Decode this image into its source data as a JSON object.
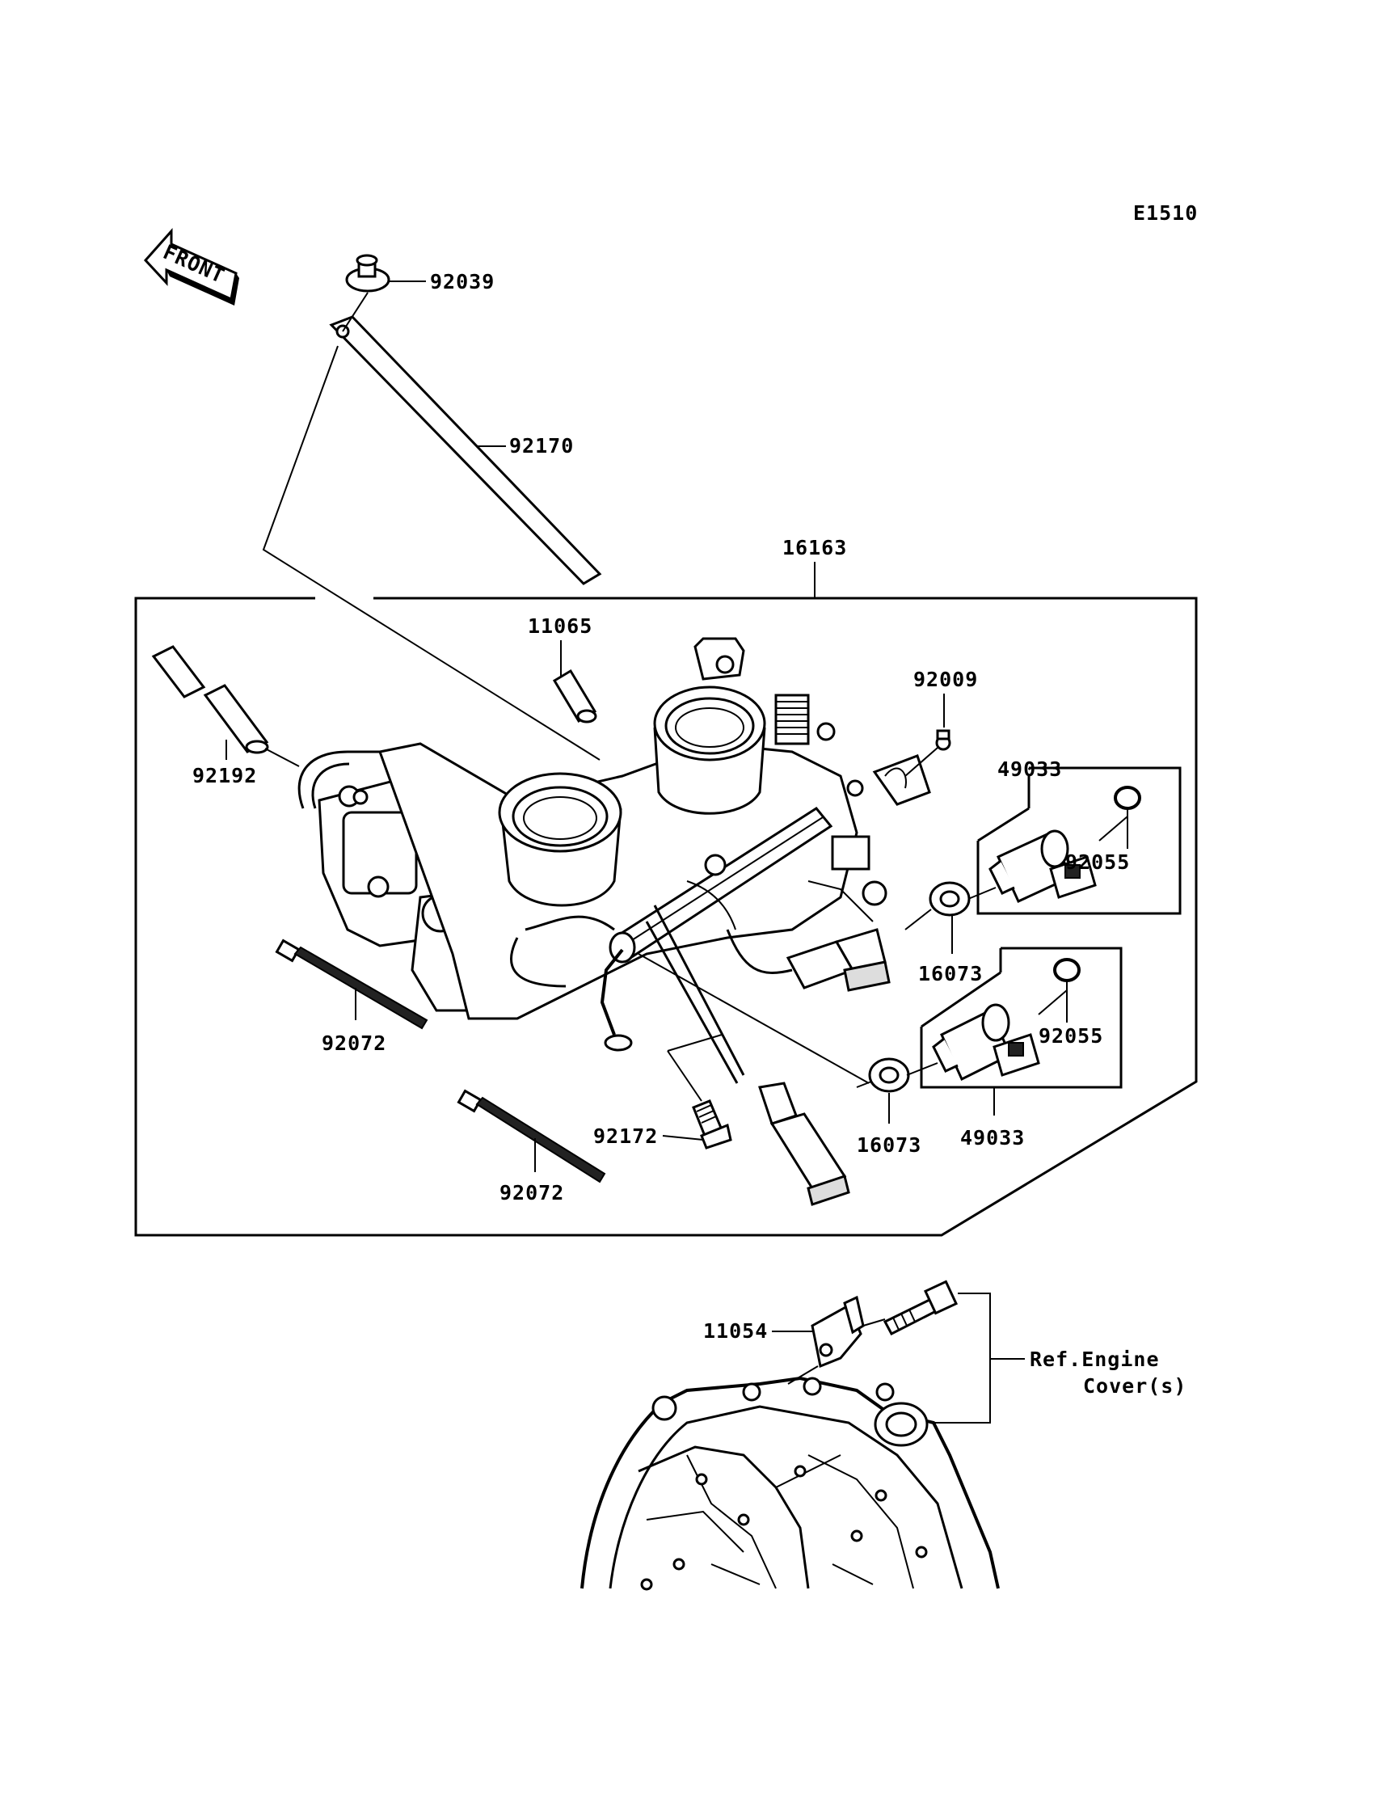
{
  "diagram_code": "E1510",
  "front_label": "FRONT",
  "parts": {
    "p92039": "92039",
    "p92170": "92170",
    "p16163": "16163",
    "p11065": "11065",
    "p92009": "92009",
    "p92192": "92192",
    "p49033_top": "49033",
    "p92055_top": "92055",
    "p16073_top": "16073",
    "p92055_bot": "92055",
    "p92072_left": "92072",
    "p92172": "92172",
    "p16073_bot": "16073",
    "p49033_bot": "49033",
    "p92072_bot": "92072",
    "p11054": "11054"
  },
  "reference": {
    "line1": "Ref.Engine",
    "line2": "Cover(s)"
  }
}
